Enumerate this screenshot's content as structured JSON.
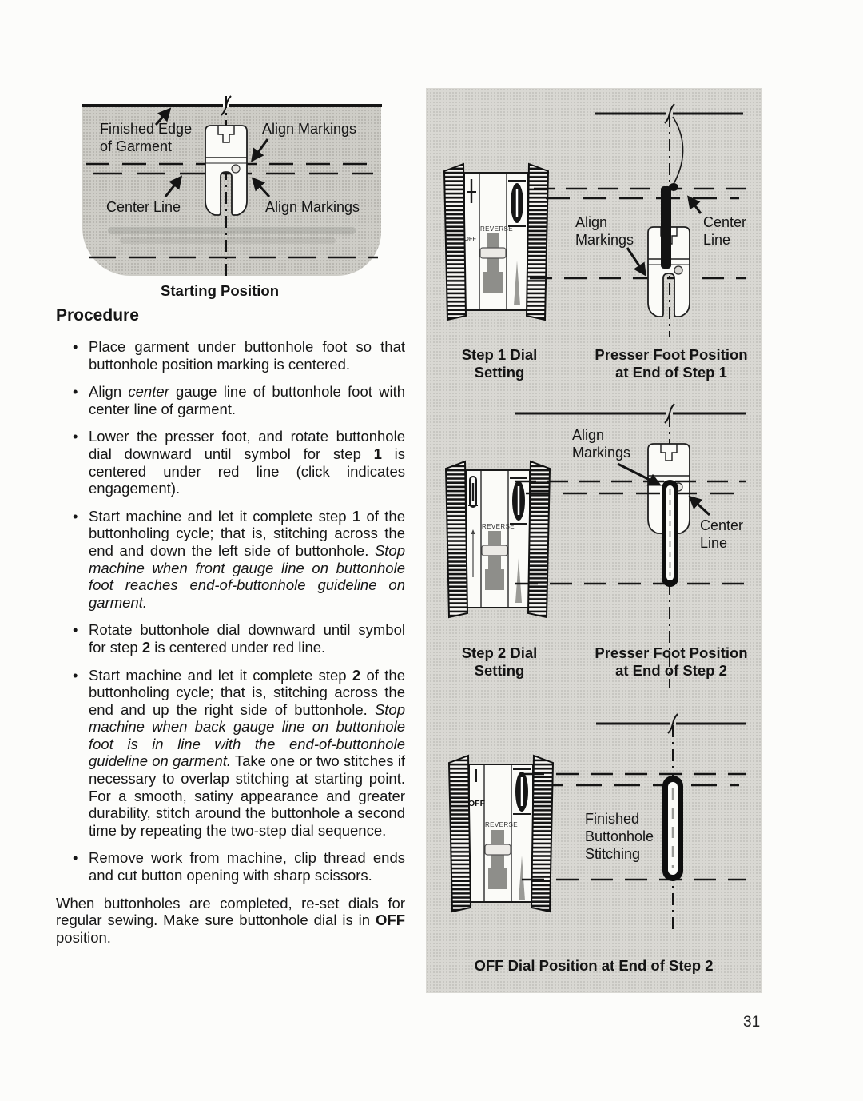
{
  "page": {
    "number": "31",
    "bullet_char": "•"
  },
  "colors": {
    "panel_background": "#d9d8d3",
    "garment_shade": "#cecdc7",
    "ink": "#161616"
  },
  "start_figure": {
    "labels": {
      "finished_edge": "Finished Edge\nof Garment",
      "align_markings_top": "Align Markings",
      "center_line": "Center Line",
      "align_markings_bottom": "Align Markings"
    },
    "caption": "Starting Position"
  },
  "procedure": {
    "heading": "Procedure",
    "bullets": [
      {
        "segments": [
          {
            "t": "Place garment under buttonhole foot so that buttonhole position marking is centered.",
            "s": "n"
          }
        ]
      },
      {
        "segments": [
          {
            "t": "Align ",
            "s": "n"
          },
          {
            "t": "center",
            "s": "i"
          },
          {
            "t": " gauge line of buttonhole foot with center line of garment.",
            "s": "n"
          }
        ]
      },
      {
        "segments": [
          {
            "t": "Lower the presser foot, and rotate buttonhole dial downward until symbol for step ",
            "s": "n"
          },
          {
            "t": "1",
            "s": "b"
          },
          {
            "t": " is centered under red line (click indicates engagement).",
            "s": "n"
          }
        ]
      },
      {
        "segments": [
          {
            "t": "Start machine and let it complete step ",
            "s": "n"
          },
          {
            "t": "1",
            "s": "b"
          },
          {
            "t": " of the buttonholing cycle; that is, stitching across the end and down the left side of buttonhole. ",
            "s": "n"
          },
          {
            "t": "Stop machine when front gauge line on buttonhole foot reaches end-of-buttonhole guideline on garment.",
            "s": "i"
          }
        ]
      },
      {
        "segments": [
          {
            "t": "Rotate buttonhole dial downward until symbol for step ",
            "s": "n"
          },
          {
            "t": "2",
            "s": "b"
          },
          {
            "t": " is centered under red line.",
            "s": "n"
          }
        ]
      },
      {
        "segments": [
          {
            "t": "Start machine and let it complete step ",
            "s": "n"
          },
          {
            "t": "2",
            "s": "b"
          },
          {
            "t": " of the buttonholing cycle; that is, stitching across the end and up the right side of buttonhole. ",
            "s": "n"
          },
          {
            "t": "Stop machine when back gauge line on buttonhole foot is in line with the end-of-buttonhole guideline on garment.",
            "s": "i"
          },
          {
            "t": " Take one or two stitches if necessary to overlap stitching at starting point. For a smooth, satiny appearance and greater durability, stitch around the buttonhole a second time by repeating the two-step dial sequence.",
            "s": "n"
          }
        ]
      },
      {
        "segments": [
          {
            "t": "Remove work from machine, clip thread ends and cut button opening with sharp scissors.",
            "s": "n"
          }
        ]
      }
    ],
    "closing": {
      "segments": [
        {
          "t": "When buttonholes are completed, re-set dials for regular sewing. Make sure buttonhole dial is in ",
          "s": "n"
        },
        {
          "t": "OFF",
          "s": "b"
        },
        {
          "t": " position.",
          "s": "n"
        }
      ]
    }
  },
  "diagrams": {
    "dial_labels": {
      "reverse": "REVERSE",
      "off": "OFF"
    },
    "panel1": {
      "align_markings": "Align\nMarkings",
      "center_line": "Center\nLine",
      "caption_dial": "Step 1 Dial\nSetting",
      "caption_foot": "Presser Foot Position\nat End of Step 1"
    },
    "panel2": {
      "align_markings": "Align\nMarkings",
      "center_line": "Center\nLine",
      "caption_dial": "Step 2 Dial\nSetting",
      "caption_foot": "Presser Foot Position\nat End of Step 2"
    },
    "panel3": {
      "finished_label": "Finished\nButtonhole\nStitching",
      "caption": "OFF Dial Position at End of Step 2"
    }
  }
}
